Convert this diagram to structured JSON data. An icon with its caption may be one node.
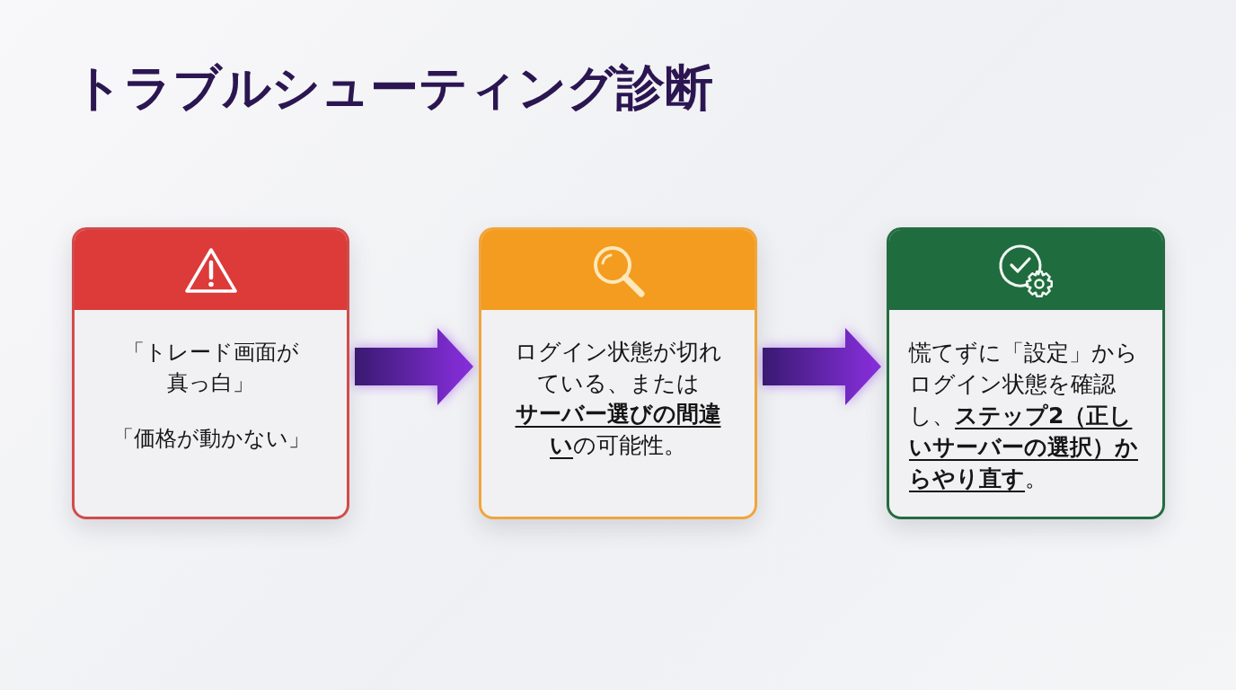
{
  "diagram": {
    "title": "トラブルシューティング診断",
    "nodes": [
      {
        "text": [
          "「トレード画面が真っ白」",
          "「価格が動かない」"
        ]
      },
      {
        "text": [
          "ログイン状態が切れている、または**サーバー選びの間違い**の可能性。"
        ]
      },
      {
        "text": [
          "慌てずに「設定」からログイン状態を確認し、**ステップ2（正しいサーバーの選択）からやり直す**。"
        ]
      }
    ],
    "edges": [
      {
        "from": 0,
        "to": 1,
        "arrow": "to"
      },
      {
        "from": 1,
        "to": 2,
        "arrow": "to"
      }
    ]
  }
}
